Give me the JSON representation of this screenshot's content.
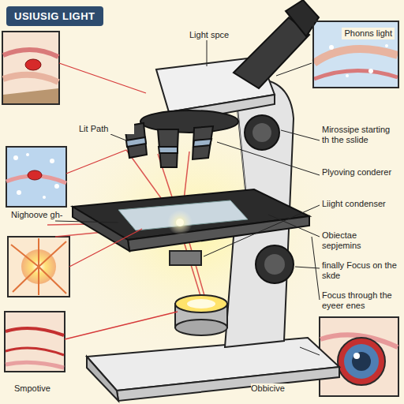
{
  "diagram": {
    "title": "USIUSIG LIGHT",
    "nodes": [
      {
        "text": [
          "Phonns light"
        ]
      }
    ],
    "labels": [
      "Light spce",
      "Lit Path",
      "Mirossipe starting th the sslide",
      "Plyoving conderer",
      "Liight condenser",
      "Obiectae sepjemins",
      "finally Focus on the skde",
      "Focus through the eyeer enes",
      "Nighoove gh-",
      "Smpotive",
      "Obbicive"
    ]
  }
}
